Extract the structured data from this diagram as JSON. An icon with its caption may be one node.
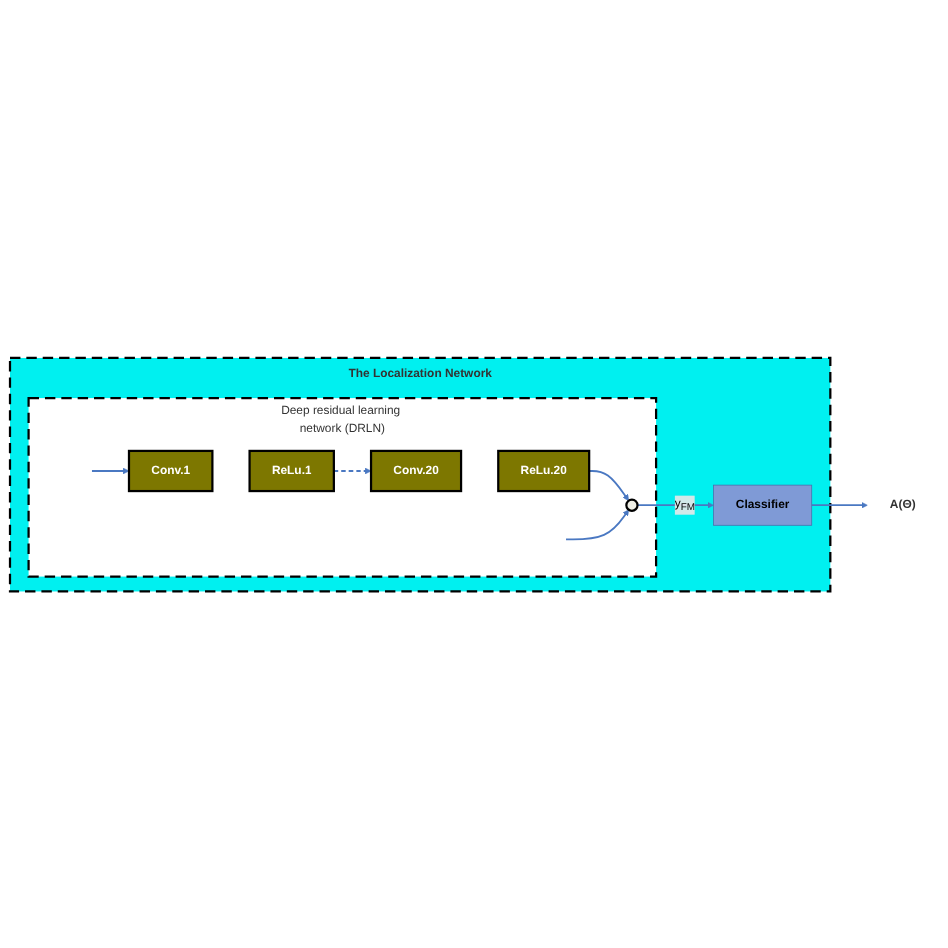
{
  "diagram": {
    "nodes": [
      {
        "text": [
          "The Localization Network"
        ]
      },
      {
        "text": [
          "Deep residual learning network (DRLN)"
        ],
        "in": 0
      },
      {
        "text": [
          "Conv.1"
        ],
        "in": 1
      },
      {
        "text": [
          "ReLu.1"
        ],
        "in": 1
      },
      {
        "text": [
          "Conv.20"
        ],
        "in": 1
      },
      {
        "text": [
          "ReLu.20"
        ],
        "in": 1
      },
      {
        "text": [],
        "shape": "circle",
        "in": 1
      },
      {
        "text": [
          "Classifier"
        ],
        "in": 0
      },
      {
        "text": [
          "A(Θ)"
        ]
      }
    ],
    "edges": [
      {
        "from": null,
        "to": 2,
        "arrow": "to"
      },
      {
        "from": 3,
        "to": 4,
        "arrow": "to",
        "style": "dashed"
      },
      {
        "from": 5,
        "to": 6,
        "arrow": "to"
      },
      {
        "from": null,
        "to": 6,
        "arrow": "to"
      },
      {
        "from": 6,
        "to": 7,
        "arrow": "to",
        "label": "y$_{FM}$"
      },
      {
        "from": 7,
        "to": 8,
        "arrow": "to"
      }
    ]
  }
}
